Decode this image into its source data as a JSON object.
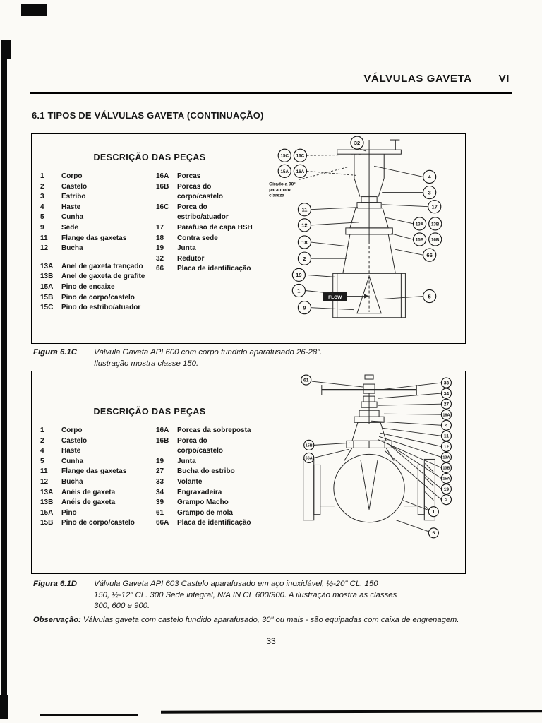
{
  "page": {
    "header_title": "VÁLVULAS GAVETA",
    "header_chapter": "VI",
    "section_title": "6.1 TIPOS DE VÁLVULAS GAVETA (CONTINUAÇÃO)",
    "page_number": "33"
  },
  "figure_c": {
    "parts_title": "DESCRIÇÃO DAS PEÇAS",
    "parts_left": [
      {
        "num": "1",
        "label": "Corpo"
      },
      {
        "num": "2",
        "label": "Castelo"
      },
      {
        "num": "3",
        "label": "Estribo"
      },
      {
        "num": "4",
        "label": "Haste"
      },
      {
        "num": "5",
        "label": "Cunha"
      },
      {
        "num": "9",
        "label": "Sede"
      },
      {
        "num": "11",
        "label": "Flange das gaxetas"
      },
      {
        "num": "12",
        "label": "Bucha"
      },
      {
        "num": "13A",
        "label": "Anel de gaxeta trançado"
      },
      {
        "num": "13B",
        "label": "Anel de gaxeta de grafite"
      },
      {
        "num": "15A",
        "label": "Pino de encaixe"
      },
      {
        "num": "15B",
        "label": "Pino de corpo/castelo"
      },
      {
        "num": "15C",
        "label": "Pino do estribo/atuador"
      }
    ],
    "parts_right": [
      {
        "num": "16A",
        "label": "Porcas"
      },
      {
        "num": "16B",
        "label": "Porcas do\ncorpo/castelo"
      },
      {
        "num": "16C",
        "label": "Porca do\nestribo/atuador"
      },
      {
        "num": "17",
        "label": "Parafuso de capa HSH"
      },
      {
        "num": "18",
        "label": "Contra sede"
      },
      {
        "num": "19",
        "label": "Junta"
      },
      {
        "num": "32",
        "label": "Redutor"
      },
      {
        "num": "66",
        "label": "Placa de identificação"
      }
    ],
    "note_lines": [
      "Girado a 90°",
      "para maior",
      "clareza"
    ],
    "flow_label": "FLOW",
    "callouts": [
      "32",
      "15C",
      "16C",
      "15A",
      "16A",
      "11",
      "12",
      "18",
      "2",
      "19",
      "1",
      "9",
      "4",
      "3",
      "17",
      "13A",
      "13B",
      "15B",
      "16B",
      "66",
      "5"
    ],
    "caption_label": "Figura 6.1C",
    "caption_lines": [
      "Válvula Gaveta  API 600 com corpo fundido aparafusado 26-28\".",
      "Ilustração mostra classe 150."
    ]
  },
  "figure_d": {
    "parts_title": "DESCRIÇÃO DAS PEÇAS",
    "parts_left": [
      {
        "num": "1",
        "label": "Corpo"
      },
      {
        "num": "2",
        "label": "Castelo"
      },
      {
        "num": "4",
        "label": "Haste"
      },
      {
        "num": "5",
        "label": "Cunha"
      },
      {
        "num": "11",
        "label": "Flange das gaxetas"
      },
      {
        "num": "12",
        "label": "Bucha"
      },
      {
        "num": "13A",
        "label": "Anéis de gaxeta"
      },
      {
        "num": "13B",
        "label": "Anéis de gaxeta"
      },
      {
        "num": "15A",
        "label": "Pino"
      },
      {
        "num": "15B",
        "label": "Pino de corpo/castelo"
      }
    ],
    "parts_right": [
      {
        "num": "16A",
        "label": "Porcas da sobreposta"
      },
      {
        "num": "16B",
        "label": "Porca do\ncorpo/castelo"
      },
      {
        "num": "19",
        "label": "Junta"
      },
      {
        "num": "27",
        "label": "Bucha do estribo"
      },
      {
        "num": "33",
        "label": "Volante"
      },
      {
        "num": "34",
        "label": "Engraxadeira"
      },
      {
        "num": "39",
        "label": "Grampo Macho"
      },
      {
        "num": "61",
        "label": "Grampo de mola"
      },
      {
        "num": "66A",
        "label": "Placa de identificação"
      }
    ],
    "callouts": [
      "61",
      "33",
      "34",
      "27",
      "16A",
      "4",
      "11",
      "12",
      "13A",
      "13B",
      "15A",
      "19",
      "2",
      "1",
      "5",
      "15B",
      "66A"
    ],
    "caption_label": "Figura 6.1D",
    "caption_lines": [
      "Válvula Gaveta API 603 Castelo aparafusado em aço inoxidável, ½-20\" CL. 150",
      "150, ½-12\" CL. 300 Sede integral, N/A IN CL 600/900. A ilustração mostra as classes",
      "300, 600 e 900."
    ]
  },
  "note": {
    "label": "Observação:",
    "text": " Válvulas  gaveta com castelo fundido aparafusado, 30\" ou mais - são equipadas com caixa de engrenagem."
  }
}
